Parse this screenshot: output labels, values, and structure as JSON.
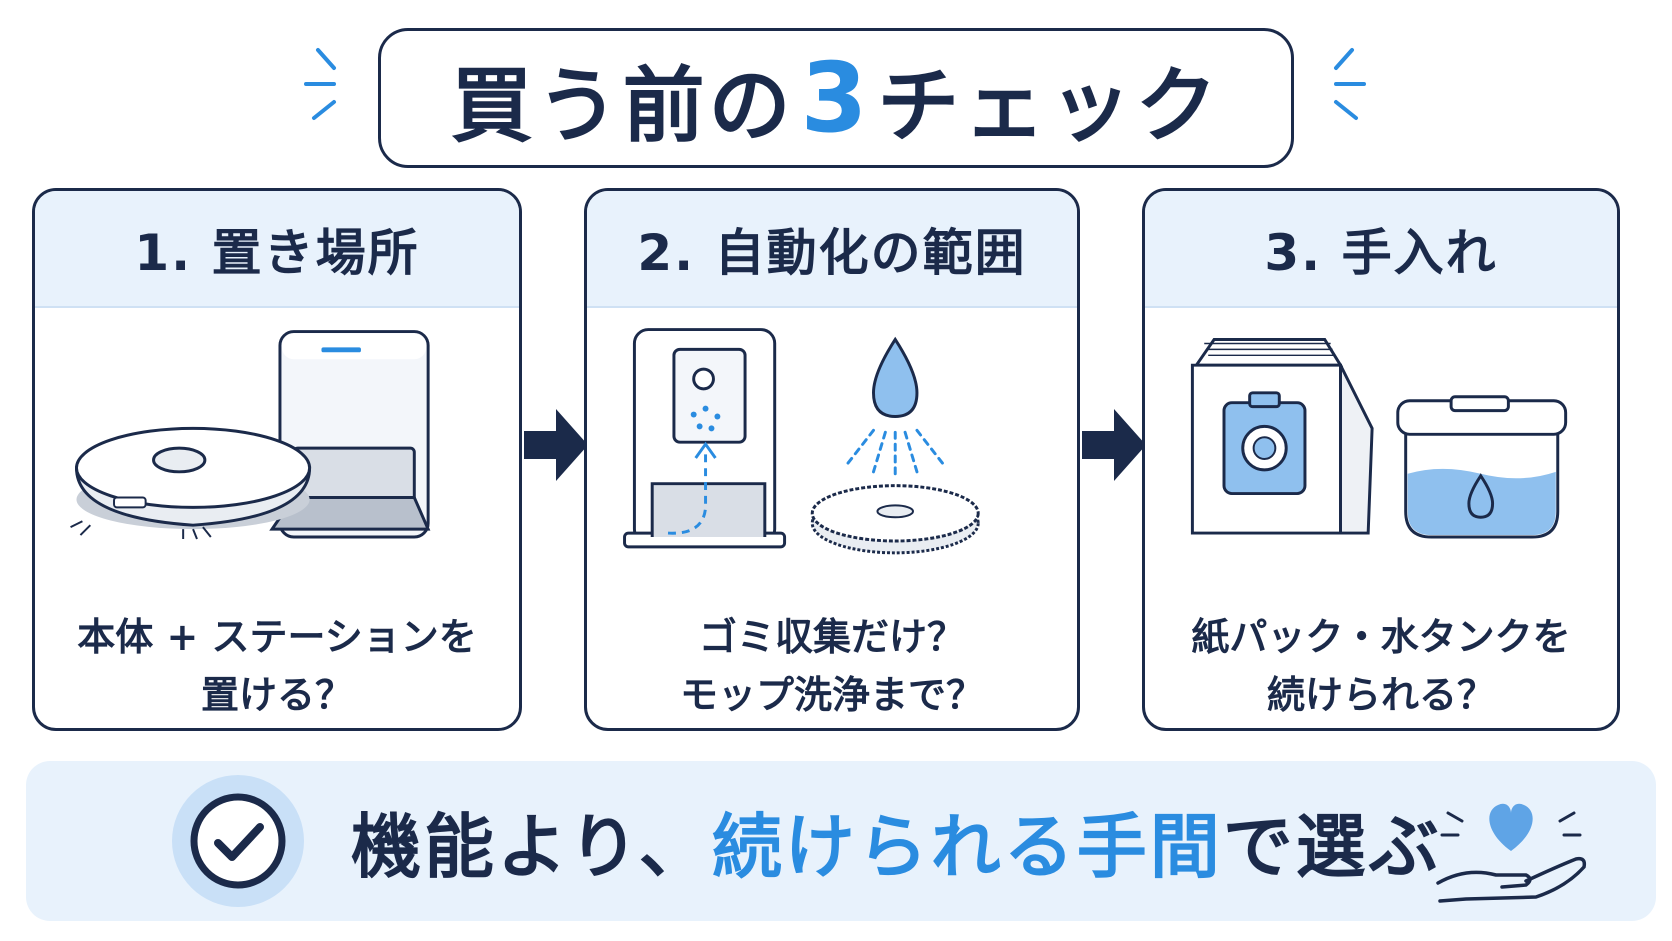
{
  "title": {
    "prefix": "買う前の",
    "number": "3",
    "suffix": "チェック"
  },
  "cards": [
    {
      "heading": "1. 置き場所",
      "lines": [
        "本体 + ステーションを",
        "置ける？"
      ]
    },
    {
      "heading": "2. 自動化の範囲",
      "lines": [
        "ゴミ収集だけ？",
        "モップ洗浄まで？"
      ]
    },
    {
      "heading": "3. 手入れ",
      "lines": [
        "紙パック・水タンクを",
        "続けられる？"
      ]
    }
  ],
  "banner": {
    "part1": "機能より、",
    "highlight": "続けられる手間",
    "part2": "で選ぶ"
  },
  "colors": {
    "navy": "#1b2a4a",
    "accent_blue": "#2a8ce0",
    "light_blue": "#e8f2fc",
    "water_blue": "#8fc0ee"
  },
  "icons": [
    "robot-vacuum-icon",
    "dock-station-icon",
    "dust-bin-icon",
    "water-drop-icon",
    "mop-pad-icon",
    "dust-bag-icon",
    "water-tank-icon",
    "arrow-right-icon",
    "checkmark-icon",
    "heart-hand-icon"
  ]
}
